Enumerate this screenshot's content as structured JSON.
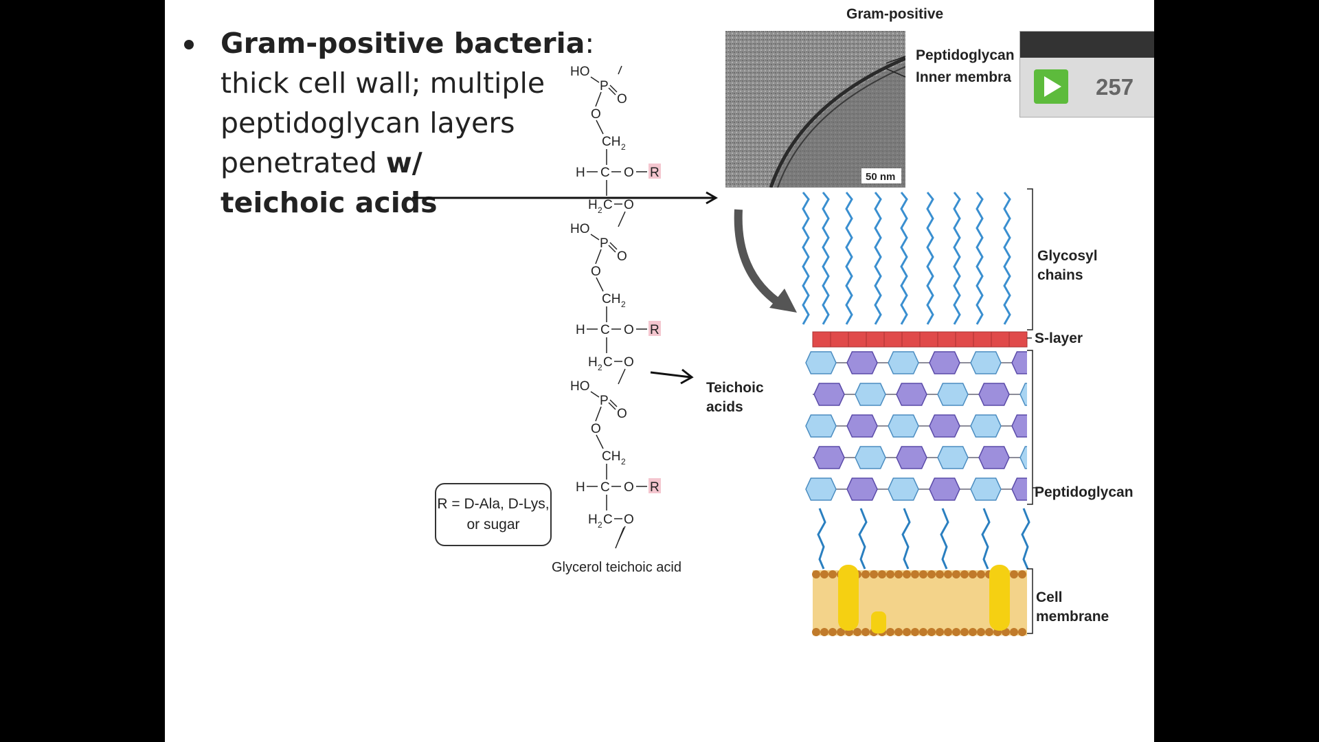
{
  "slide": {
    "bullet": {
      "term": "Gram-positive bacteria",
      "colon": ":",
      "line1": "thick cell wall; multiple",
      "line2": "peptidoglycan layers",
      "line3_plain": "penetrated ",
      "line3_bold": "w/",
      "line4": "teichoic acids"
    },
    "structure": {
      "ho": "HO",
      "p": "P",
      "o": "O",
      "ch2": "CH",
      "h": "H",
      "c": "C",
      "r": "R",
      "sub2": "2",
      "caption": "Glycerol teichoic acid"
    },
    "r_box": {
      "line1": "R = D-Ala, D-Lys,",
      "line2": "or sugar"
    },
    "figure": {
      "title": "Gram-positive",
      "micro_labels": {
        "peptidoglycan": "Peptidoglycan",
        "inner_membrane": "Inner membra"
      },
      "scale_bar": "50 nm",
      "labels": {
        "glycosyl": "Glycosyl",
        "chains": "chains",
        "s_layer": "S-layer",
        "teichoic": "Teichoic",
        "acids": "acids",
        "peptidoglycan": "Peptidoglycan",
        "cell": "Cell",
        "membrane": "membrane"
      }
    }
  },
  "player": {
    "count": "257",
    "play_icon": "play-icon"
  }
}
